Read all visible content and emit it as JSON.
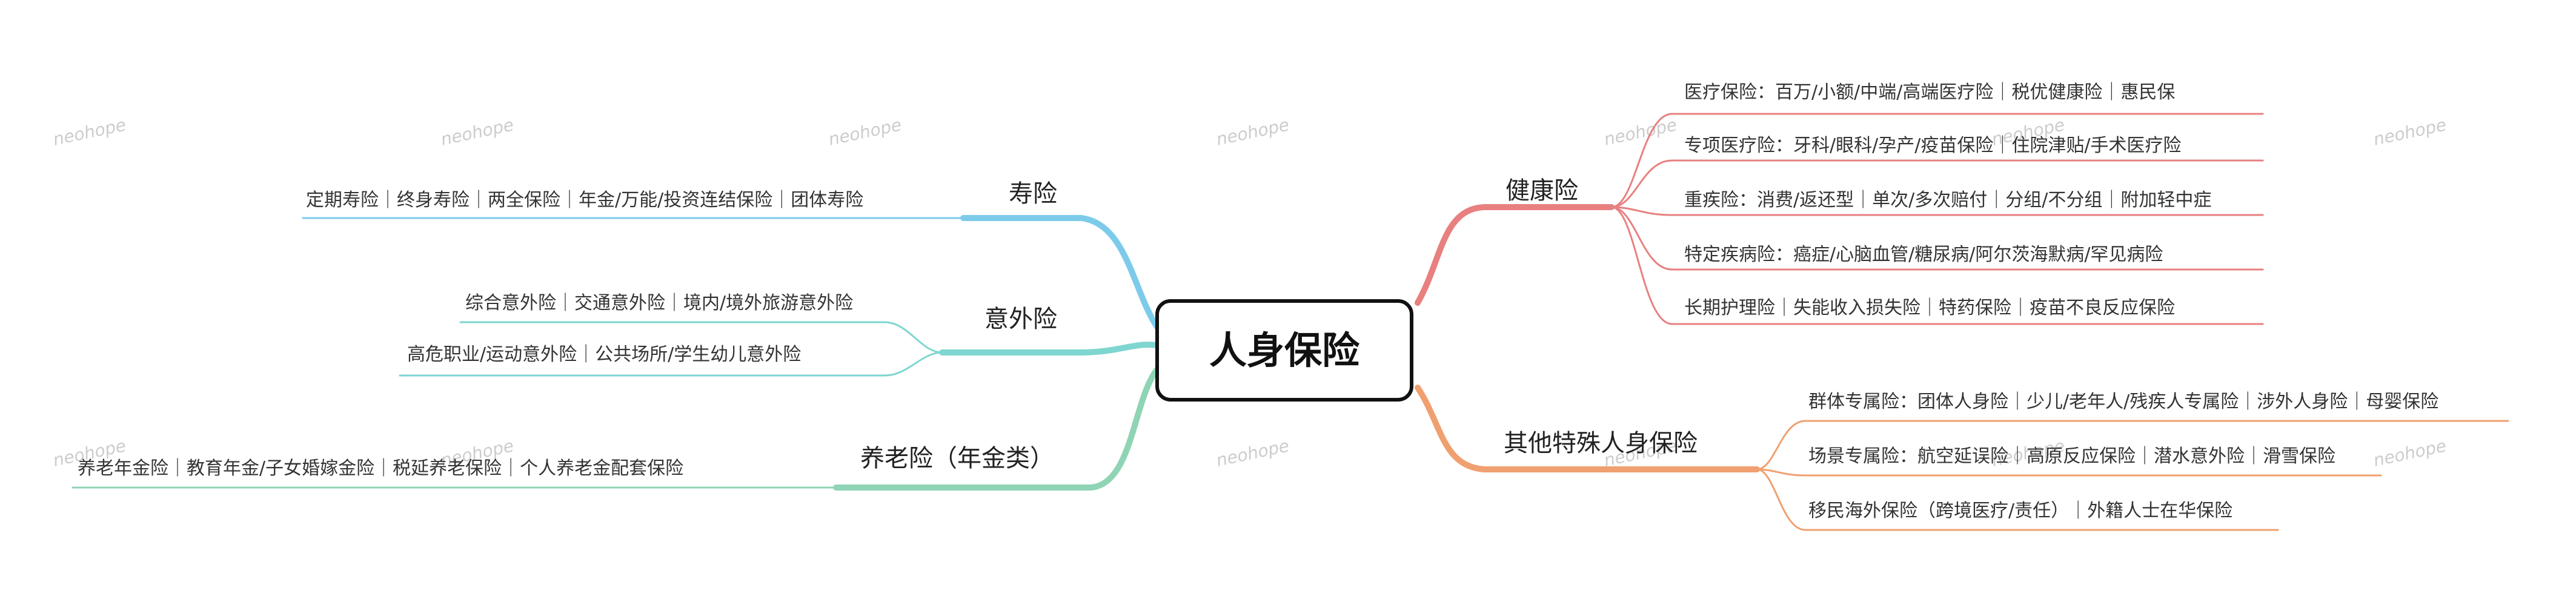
{
  "watermark": "neohope",
  "root": {
    "label": "人身保险"
  },
  "colors": {
    "shouxian": "#7dcbea",
    "yiwai": "#7fd6d0",
    "yanglao": "#8fd4b4",
    "jiankang": "#e88080",
    "teshu": "#f0a070",
    "root_border": "#111111"
  },
  "branches": {
    "shouxian": {
      "label": "寿险",
      "leaves": [
        "定期寿险｜终身寿险｜两全保险｜年金/万能/投资连结保险｜团体寿险"
      ]
    },
    "yiwai": {
      "label": "意外险",
      "leaves": [
        "综合意外险｜交通意外险｜境内/境外旅游意外险",
        "高危职业/运动意外险｜公共场所/学生幼儿意外险"
      ]
    },
    "yanglao": {
      "label": "养老险（年金类）",
      "leaves": [
        "养老年金险｜教育年金/子女婚嫁金险｜税延养老保险｜个人养老金配套保险"
      ]
    },
    "jiankang": {
      "label": "健康险",
      "leaves": [
        "医疗保险：百万/小额/中端/高端医疗险｜税优健康险｜惠民保",
        "专项医疗险：牙科/眼科/孕产/疫苗保险｜住院津贴/手术医疗险",
        "重疾险：消费/返还型｜单次/多次赔付｜分组/不分组｜附加轻中症",
        "特定疾病险：癌症/心脑血管/糖尿病/阿尔茨海默病/罕见病险",
        "长期护理险｜失能收入损失险｜特药保险｜疫苗不良反应保险"
      ]
    },
    "teshu": {
      "label": "其他特殊人身保险",
      "leaves": [
        "群体专属险：团体人身险｜少儿/老年人/残疾人专属险｜涉外人身险｜母婴保险",
        "场景专属险：航空延误险｜高原反应保险｜潜水意外险｜滑雪保险",
        "移民海外保险（跨境医疗/责任）｜外籍人士在华保险"
      ]
    }
  }
}
